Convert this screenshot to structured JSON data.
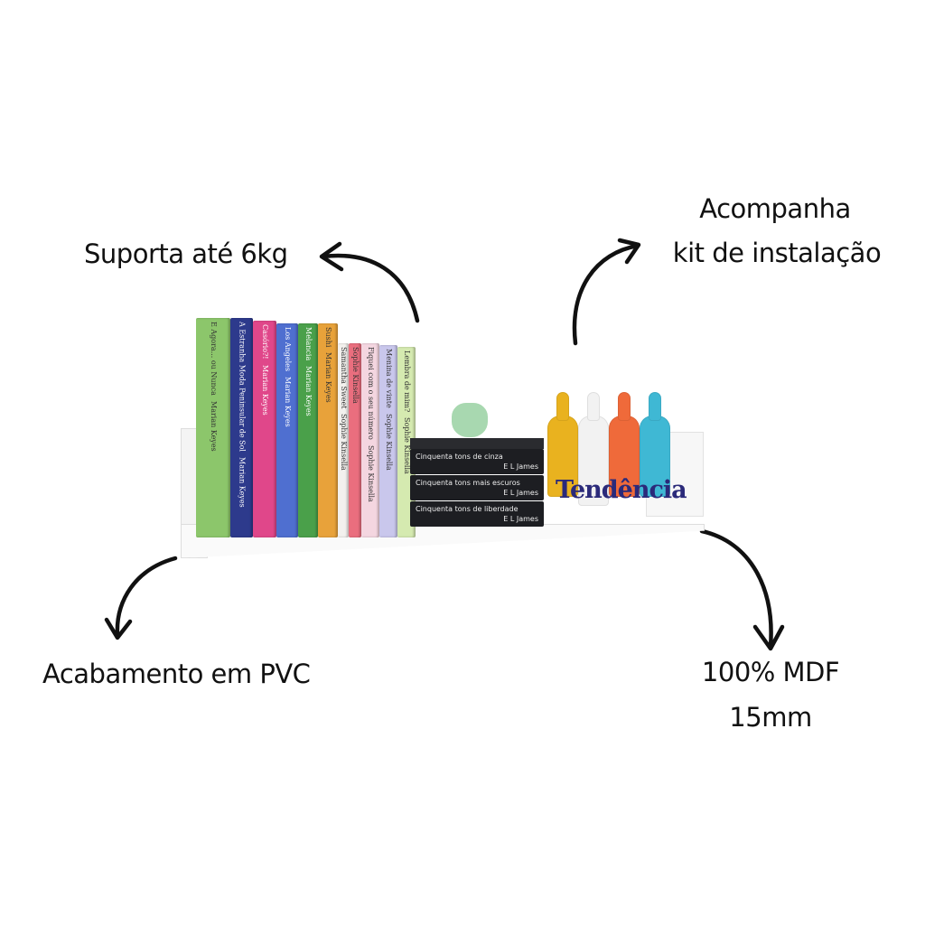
{
  "callouts": {
    "capacity": "Suporta até 6kg",
    "kit_line1": "Acompanha",
    "kit_line2": "kit de instalação",
    "finish": "Acabamento em PVC",
    "material_line1": "100% MDF",
    "material_line2": "15mm"
  },
  "product": {
    "books": [
      {
        "title": "E Agora... ou Nunca",
        "author": "Marian Keyes",
        "color": "#8cc66b"
      },
      {
        "title": "A Estranha Moda Peninsular de Sol",
        "author": "Marian Keyes",
        "color": "#2d3a8c"
      },
      {
        "title": "Casório?!",
        "author": "Marian Keyes",
        "color": "#e0478a"
      },
      {
        "title": "Los Angeles",
        "author": "Marian Keyes",
        "color": "#4f6fd0"
      },
      {
        "title": "Melancia",
        "author": "Marian Keyes",
        "color": "#4aa04a"
      },
      {
        "title": "Sushi",
        "author": "Marian Keyes",
        "color": "#e8a23a"
      },
      {
        "title": "Samantha Sweet",
        "author": "Sophie Kinsella",
        "color": "#f3f1ee"
      },
      {
        "title": "Sophie Kinsella",
        "author": "",
        "color": "#ea6e7e"
      },
      {
        "title": "Fiquei com o seu número",
        "author": "Sophie Kinsella",
        "color": "#f4d6e0"
      },
      {
        "title": "Menina de vinte",
        "author": "Sophie Kinsella",
        "color": "#c9c7ec"
      },
      {
        "title": "Lembra de mim?",
        "author": "Sophie Kinsella",
        "color": "#d5eab0"
      }
    ],
    "stack": [
      {
        "title": "Cinquenta tons de cinza",
        "author": "E L James"
      },
      {
        "title": "Cinquenta tons mais escuros",
        "author": "E L James"
      },
      {
        "title": "Cinquenta tons de liberdade",
        "author": "E L James"
      }
    ],
    "decor_word": "Tendência",
    "bottle_colors": [
      "#e9b21f",
      "#f2f2f2",
      "#ef6a3a",
      "#3fb8d4"
    ]
  }
}
